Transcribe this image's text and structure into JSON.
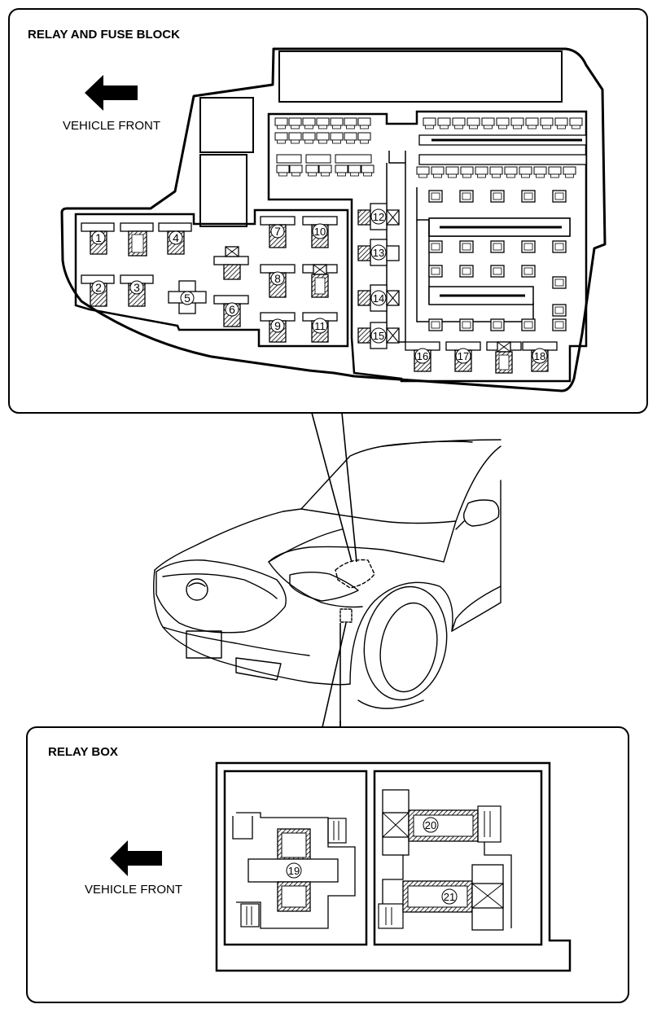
{
  "relay_fuse_block": {
    "title": "RELAY AND FUSE BLOCK",
    "front_label": "VEHICLE FRONT",
    "positions": [
      "1",
      "2",
      "3",
      "4",
      "5",
      "6",
      "7",
      "8",
      "9",
      "10",
      "11",
      "12",
      "13",
      "14",
      "15",
      "16",
      "17",
      "18"
    ]
  },
  "relay_box": {
    "title": "RELAY BOX",
    "front_label": "VEHICLE FRONT",
    "positions": [
      "19",
      "20",
      "21"
    ]
  }
}
